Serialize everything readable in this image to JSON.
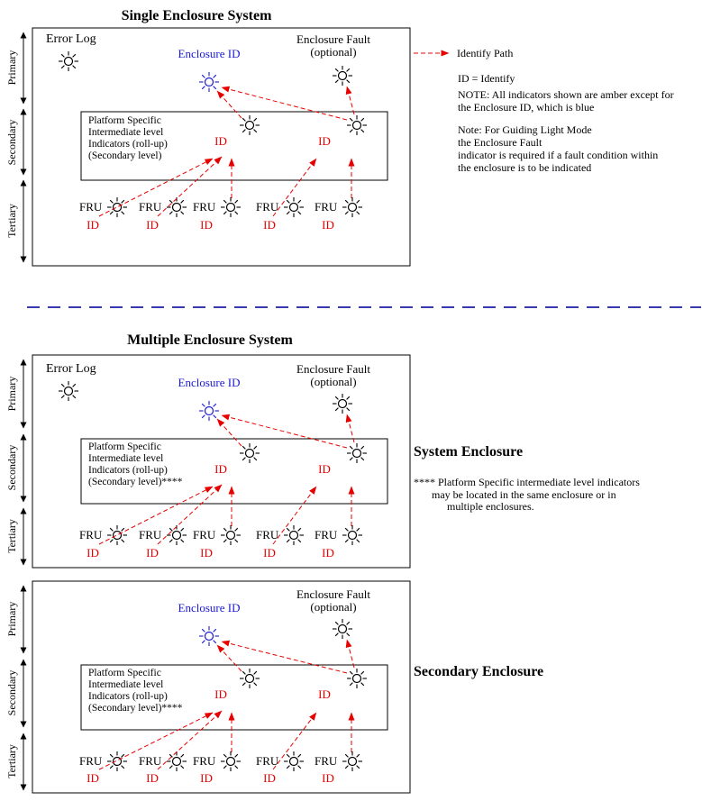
{
  "sections": {
    "single": {
      "title": "Single Enclosure System"
    },
    "multiple": {
      "title": "Multiple Enclosure System"
    }
  },
  "labels": {
    "error_log": "Error Log",
    "enclosure_id": "Enclosure ID",
    "enclosure_fault": "Enclosure Fault",
    "optional": "(optional)",
    "fru": "FRU",
    "id": "ID",
    "primary": "Primary",
    "secondary": "Secondary",
    "tertiary": "Tertiary"
  },
  "intermediate_box": {
    "line1": "Platform Specific",
    "line2": "Intermediate level",
    "line3": "Indicators (roll-up)",
    "line4": "(Secondary level)",
    "line4_starred": "(Secondary level)****"
  },
  "legend": {
    "identify_path": "Identify Path",
    "id_identify": "ID = Identify",
    "note1_line1": "NOTE: All indicators shown are amber except for",
    "note1_line2": "the Enclosure ID, which is blue",
    "note2_line1": "Note: For Guiding Light Mode",
    "note2_line2": "the Enclosure Fault",
    "note2_line3": "indicator is required if a fault condition within",
    "note2_line4": "the enclosure is to be indicated"
  },
  "annotations": {
    "system_enclosure": "System Enclosure",
    "secondary_enclosure": "Secondary Enclosure",
    "footnote_line1": "**** Platform Specific intermediate level indicators",
    "footnote_line2": "may be located in the same enclosure or in",
    "footnote_line3": "multiple enclosures."
  },
  "colors": {
    "identify_path_red": "#e60000",
    "enclosure_id_blue": "#1a1acd",
    "divider_blue": "#3a3ab0"
  }
}
